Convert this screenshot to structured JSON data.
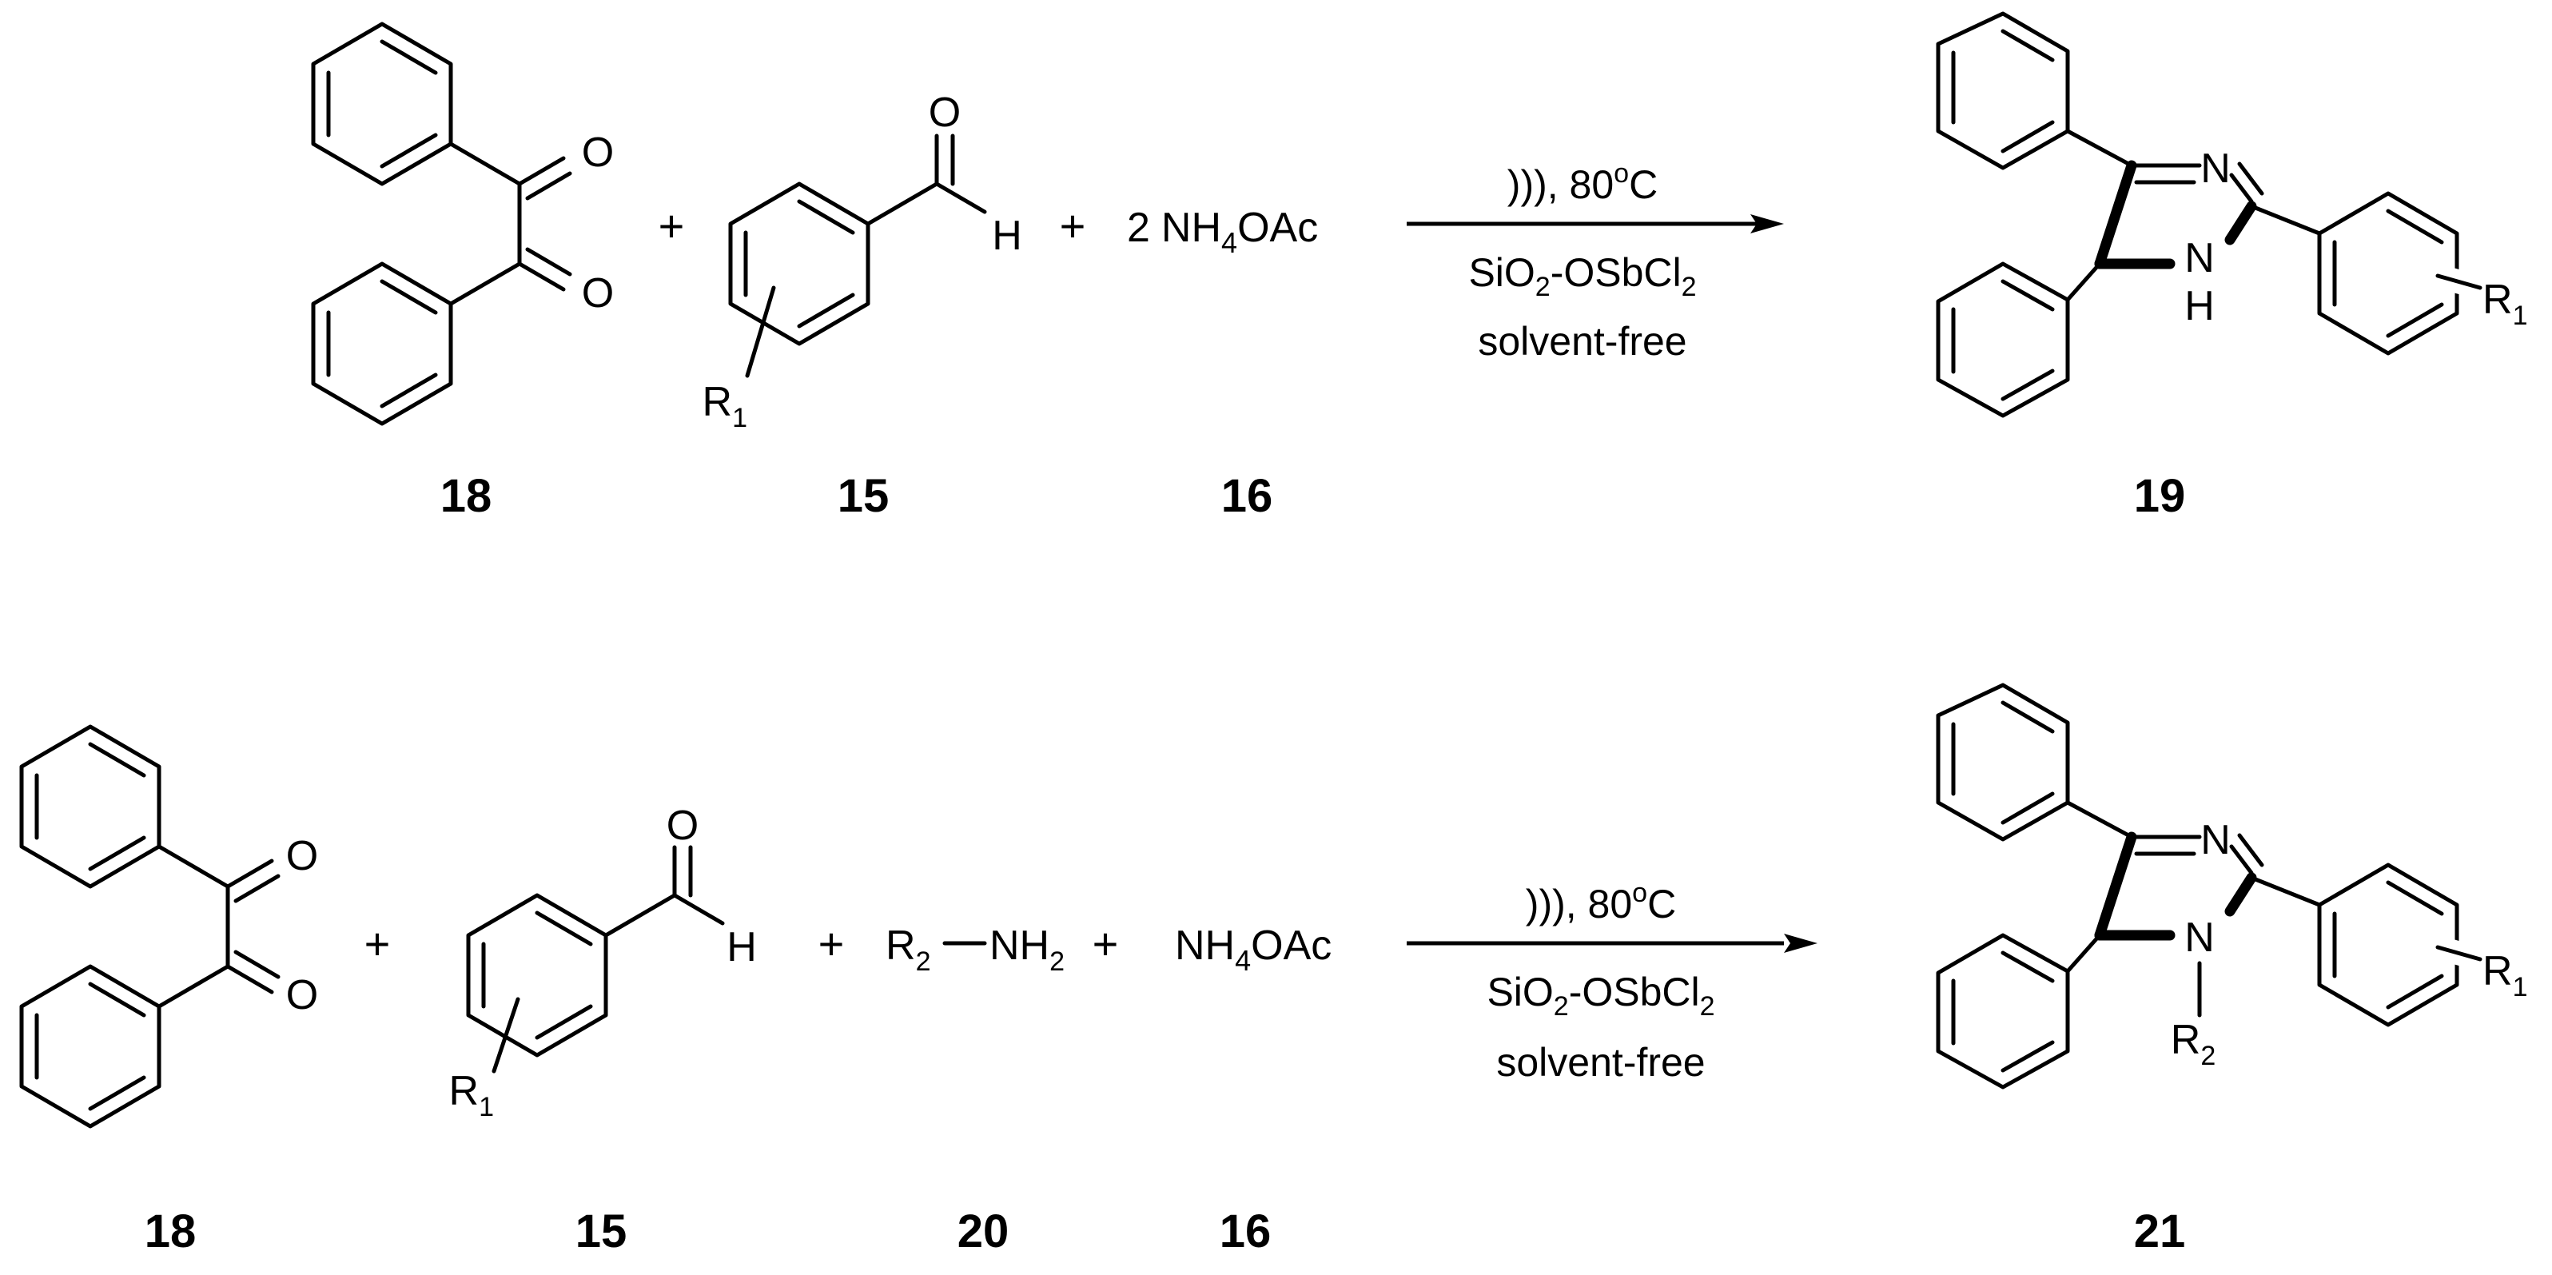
{
  "reaction1": {
    "reactants": [
      "18",
      "15",
      "16"
    ],
    "product": "19",
    "reagent": {
      "coeff": "2",
      "text": "NH",
      "sub": "4",
      "tail": "OAc"
    },
    "conditions": {
      "line1": {
        "text": ")))",
        "rest": ", 80",
        "sup": "o",
        "end": "C"
      },
      "line2": {
        "a": "SiO",
        "asub": "2",
        "b": "-OSbCl",
        "bsub": "2"
      },
      "line3": "solvent-free"
    }
  },
  "reaction2": {
    "reactants": [
      "18",
      "15",
      "20",
      "16"
    ],
    "product": "21",
    "amine": {
      "a": "R",
      "asub": "2",
      "b": "NH",
      "bsub": "2"
    },
    "reagent": {
      "text": "NH",
      "sub": "4",
      "tail": "OAc"
    },
    "conditions": {
      "line1": {
        "text": ")))",
        "rest": ", 80",
        "sup": "o",
        "end": "C"
      },
      "line2": {
        "a": "SiO",
        "asub": "2",
        "b": "-OSbCl",
        "bsub": "2"
      },
      "line3": "solvent-free"
    }
  },
  "atoms": {
    "O": "O",
    "H": "H",
    "N": "N",
    "R": "R",
    "one": "1",
    "two": "2"
  },
  "plus": "+"
}
